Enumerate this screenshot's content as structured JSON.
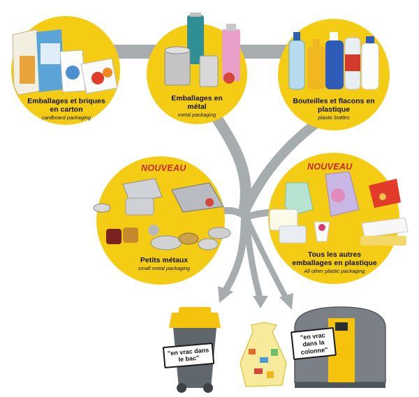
{
  "colors": {
    "circle_yellow": "#f5cc14",
    "arrow_grey": "#a7acaf",
    "nouveau_red": "#c8281e"
  },
  "categories": [
    {
      "id": "carton",
      "label_fr": "Emballages et briques en carton",
      "label_en": "cardboard packaging"
    },
    {
      "id": "metal",
      "label_fr": "Emballages en métal",
      "label_en": "metal packaging"
    },
    {
      "id": "plastic-bottles",
      "label_fr": "Bouteilles et flacons en plastique",
      "label_en": "plastic bottles"
    },
    {
      "id": "small-metal",
      "badge": "NOUVEAU",
      "label_fr": "Petits métaux",
      "label_en": "small metal packaging"
    },
    {
      "id": "other-plastic",
      "badge": "NOUVEAU",
      "label_fr": "Tous les autres emballages en plastique",
      "label_en": "All other plastic packaging"
    }
  ],
  "destinations": [
    {
      "id": "wheelie-bin",
      "icon": "yellow-lid-wheelie-bin-icon",
      "sticker": "\"en vrac dans le bac\""
    },
    {
      "id": "yellow-bag",
      "icon": "yellow-recycling-bag-icon"
    },
    {
      "id": "column",
      "icon": "recycling-column-container-icon",
      "sticker": "\"en vrac dans la colonne\""
    }
  ]
}
